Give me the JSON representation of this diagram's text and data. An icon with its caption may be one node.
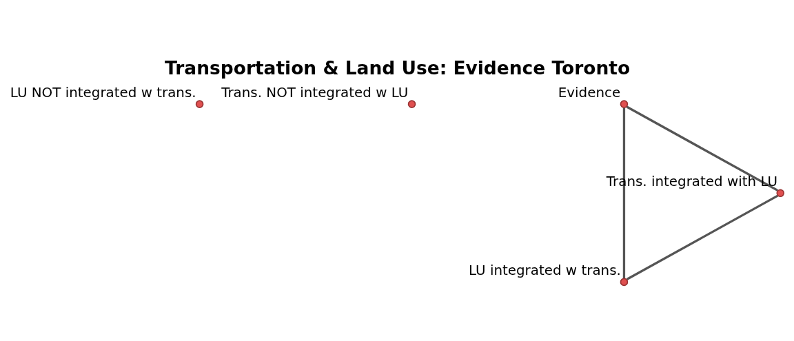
{
  "diagram": {
    "title": "Transportation & Land Use: Evidence Toronto",
    "nodes": [
      {
        "text": [
          "LU NOT integrated w trans."
        ]
      },
      {
        "text": [
          "Trans. NOT integrated w LU"
        ]
      },
      {
        "text": [
          "Evidence"
        ]
      },
      {
        "text": [
          "LU integrated w trans."
        ]
      },
      {
        "text": [
          "Trans. integrated with LU"
        ]
      }
    ],
    "edges": [
      {
        "from": 2,
        "to": 3,
        "arrow": "none"
      },
      {
        "from": 2,
        "to": 4,
        "arrow": "none"
      },
      {
        "from": 4,
        "to": 3,
        "arrow": "none"
      }
    ]
  }
}
